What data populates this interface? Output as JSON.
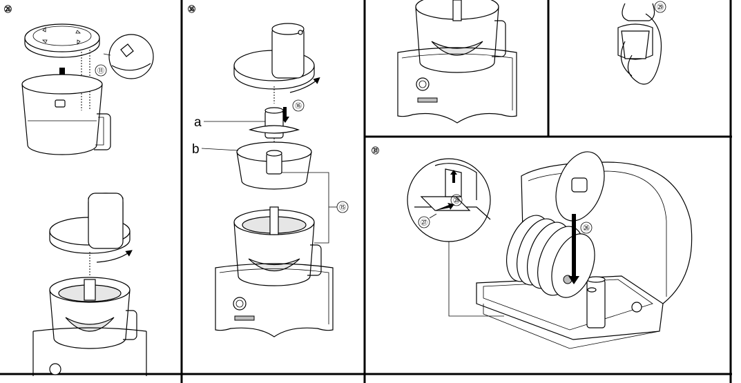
{
  "steps": {
    "panel1": "㉖",
    "panel2": "㊱",
    "panel5": "㉛"
  },
  "callouts": {
    "c11": "⑪",
    "c16": "⑯",
    "c15": "⑮",
    "c29": "㉙",
    "c26": "㉖",
    "c27": "㉗",
    "c28": "㉘"
  },
  "labels": {
    "a": "a",
    "b": "b"
  }
}
